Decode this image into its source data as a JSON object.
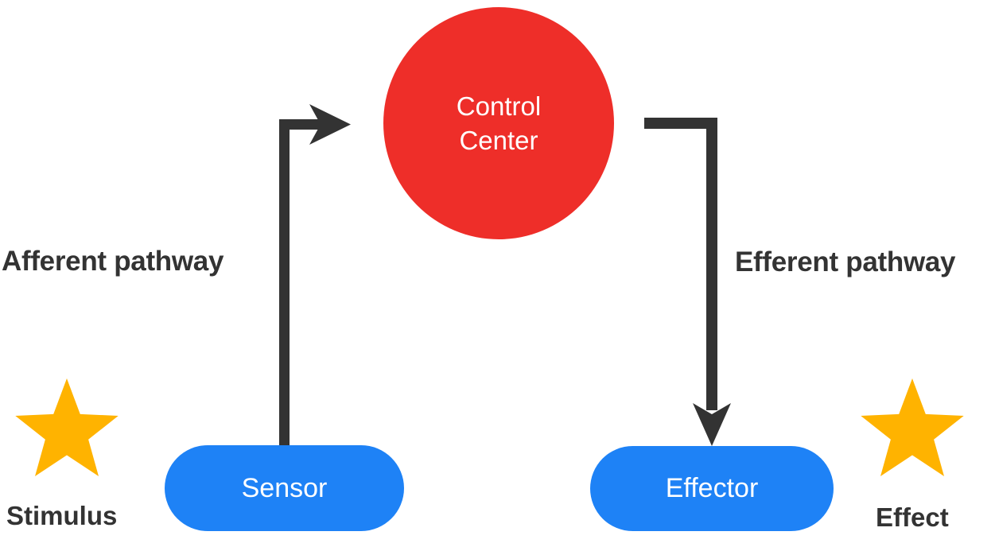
{
  "diagram": {
    "nodes": {
      "control_center": {
        "label": "Control Center",
        "shape": "circle",
        "color": "#EE2E29",
        "text_color": "#FFFFFF"
      },
      "sensor": {
        "label": "Sensor",
        "shape": "pill",
        "color": "#1E82F6",
        "text_color": "#FFFFFF"
      },
      "effector": {
        "label": "Effector",
        "shape": "pill",
        "color": "#1E82F6",
        "text_color": "#FFFFFF"
      }
    },
    "pathways": {
      "afferent": {
        "label": "Afferent pathway",
        "from": "Sensor",
        "to": "Control Center",
        "color": "#333333"
      },
      "efferent": {
        "label": "Efferent pathway",
        "from": "Control Center",
        "to": "Effector",
        "color": "#333333"
      }
    },
    "markers": {
      "stimulus": {
        "label": "Stimulus",
        "icon": "star-icon",
        "color": "#FFB300"
      },
      "effect": {
        "label": "Effect",
        "icon": "star-icon",
        "color": "#FFB300"
      }
    },
    "label_color": "#333333",
    "background": "#FFFFFF"
  }
}
